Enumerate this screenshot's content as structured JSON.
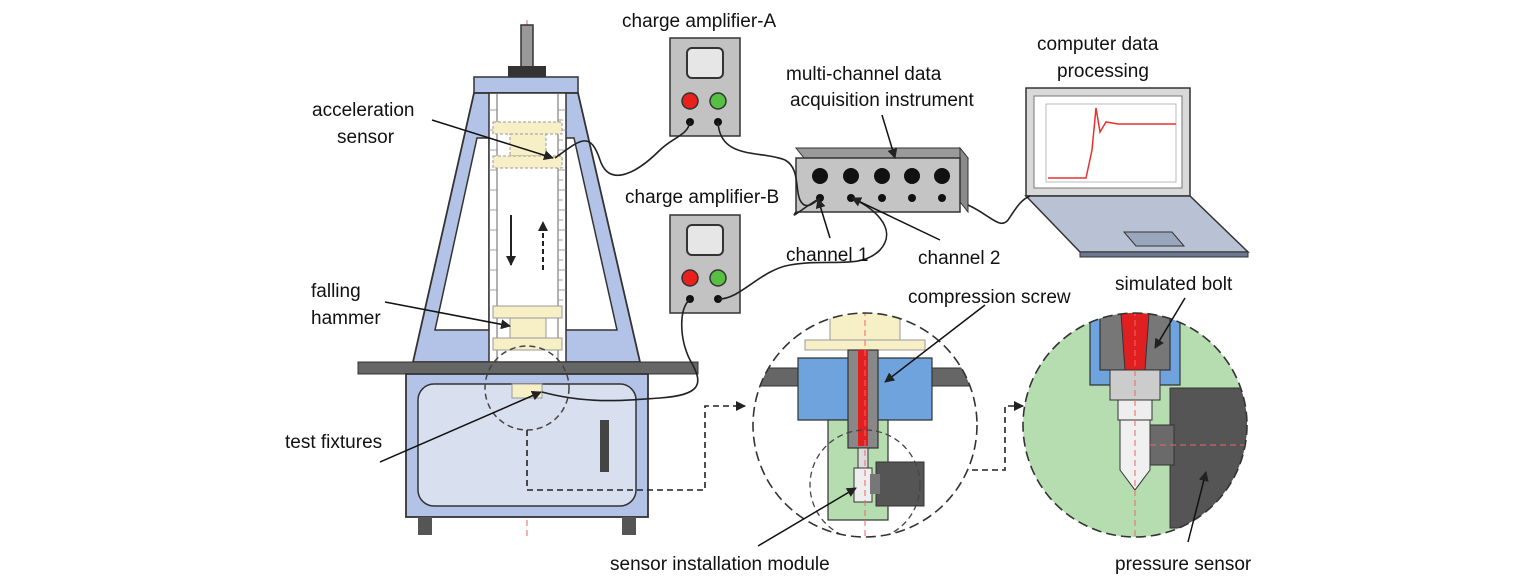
{
  "labels": {
    "charge_amplifier_a": "charge amplifier-A",
    "charge_amplifier_b": "charge amplifier-B",
    "multi_channel_line1": "multi-channel data",
    "multi_channel_line2": "acquisition instrument",
    "computer_line1": "computer data",
    "computer_line2": "processing",
    "acceleration_line1": "acceleration",
    "acceleration_line2": "sensor",
    "falling_line1": "falling",
    "falling_line2": "hammer",
    "test_fixtures": "test fixtures",
    "channel_1": "channel 1",
    "channel_2": "channel 2",
    "compression_screw": "compression screw",
    "simulated_bolt": "simulated bolt",
    "sensor_installation_module": "sensor installation module",
    "pressure_sensor": "pressure sensor"
  },
  "colors": {
    "frame_blue": "#b3c3e8",
    "outline": "#333333",
    "table_gray": "#666666",
    "panel_gray": "#d0d0d0",
    "instrument_gray": "#bcbcbc",
    "knob_red": "#e8211d",
    "knob_green": "#56c043",
    "fixture_green": "#b6ddb0",
    "screw_blue": "#6fa3dd",
    "hammer_cream": "#f7f0c6",
    "red_rod": "#e02020",
    "sensor_dark": "#555555",
    "plot_red": "#e83030"
  },
  "icons": [
    "drop-tower",
    "charge-amplifier",
    "data-acquisition-box",
    "laptop",
    "detail-circle"
  ]
}
